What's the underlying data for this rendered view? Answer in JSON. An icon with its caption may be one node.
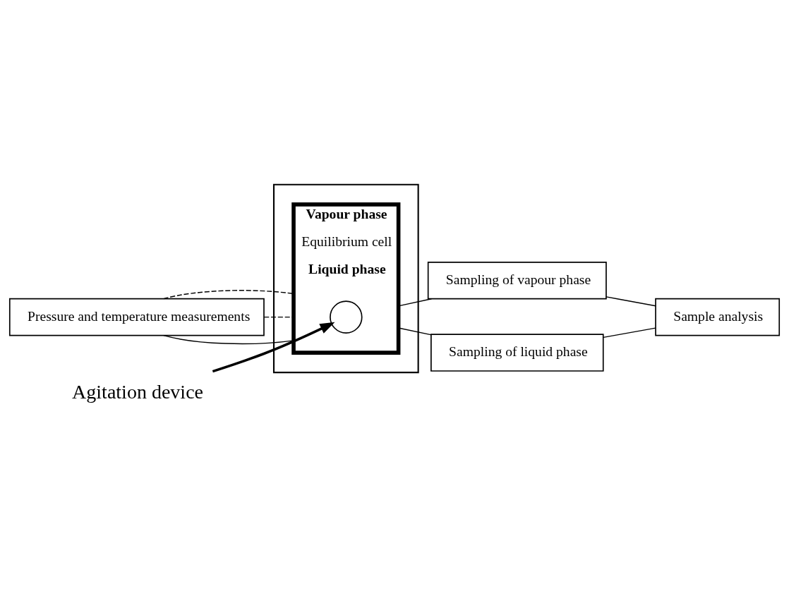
{
  "diagram": {
    "nodes": [
      {
        "text": [
          "Pressure and temperature measurements"
        ]
      },
      {
        "text": [],
        "shape": "box"
      },
      {
        "text": [
          "Vapour phase",
          "Equilibrium cell",
          "Liquid phase"
        ],
        "in": 1
      },
      {
        "text": [],
        "shape": "circle",
        "in": 2
      },
      {
        "text": [
          "Agitation device"
        ]
      },
      {
        "text": [
          "Sampling of vapour phase"
        ]
      },
      {
        "text": [
          "Sampling of liquid phase"
        ]
      },
      {
        "text": [
          "Sample analysis"
        ]
      }
    ],
    "edges": [
      {
        "from": 0,
        "to": 2,
        "arrow": "none"
      },
      {
        "from": 0,
        "to": 2,
        "arrow": "none",
        "style": "dashed"
      },
      {
        "from": 0,
        "to": 2,
        "arrow": "none",
        "style": "dashed"
      },
      {
        "from": 4,
        "to": 3,
        "arrow": "to",
        "style": "thick"
      },
      {
        "from": 2,
        "to": 5,
        "arrow": "none"
      },
      {
        "from": 2,
        "to": 6,
        "arrow": "none"
      },
      {
        "from": 5,
        "to": 7,
        "arrow": "none"
      },
      {
        "from": 6,
        "to": 7,
        "arrow": "none"
      }
    ]
  }
}
